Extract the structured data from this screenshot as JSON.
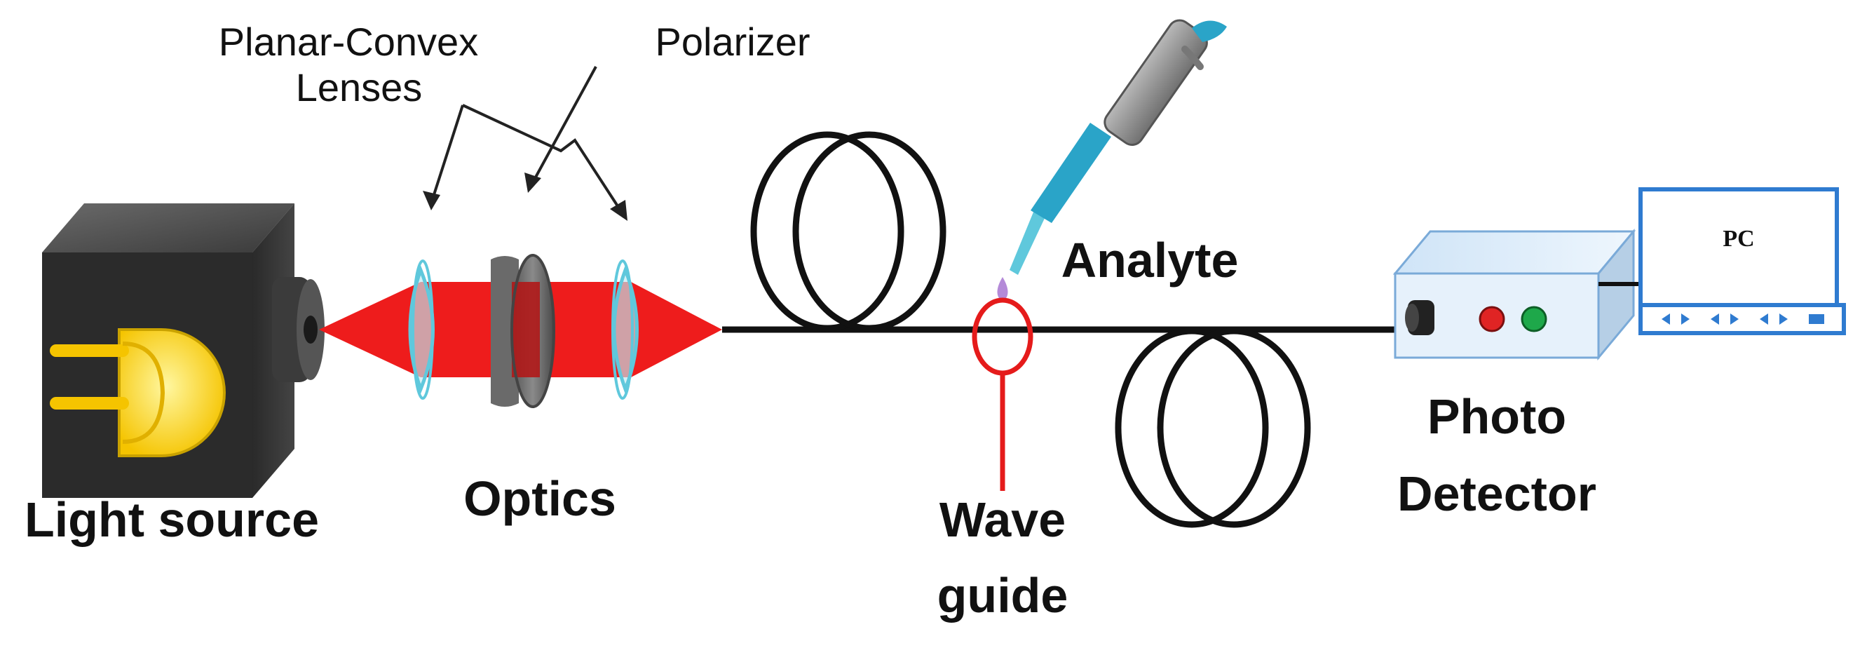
{
  "labels": {
    "light_source": "Light source",
    "optics": "Optics",
    "planar_convex_line1": "Planar-Convex",
    "planar_convex_line2": "Lenses",
    "polarizer": "Polarizer",
    "analyte": "Analyte",
    "wave_line1": "Wave",
    "wave_line2": "guide",
    "photo_line1": "Photo",
    "photo_line2": "Detector",
    "pc": "PC"
  },
  "colors": {
    "beam": "#ee1c1c",
    "lens": "#5fc8dc",
    "fiber": "#111111",
    "monitor": "#2f7bd0",
    "detector_body": "#e6f1fb",
    "waveguide_marker": "#e51b1b",
    "bulb": "#ffd400"
  }
}
